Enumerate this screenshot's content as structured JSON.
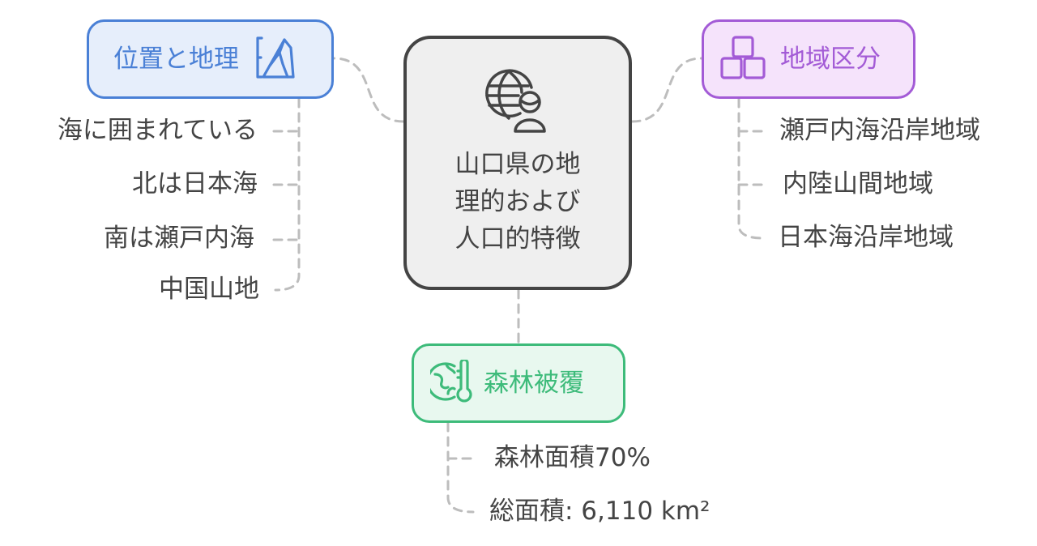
{
  "center": {
    "icon": "globe-person-icon",
    "title_lines": [
      "山口県の地",
      "理的および",
      "人口的特徴"
    ]
  },
  "branches": {
    "geography": {
      "label": "位置と地理",
      "icon": "cliff-mountain-icon",
      "color": "#4a80d6",
      "items": [
        "海に囲まれている",
        "北は日本海",
        "南は瀬戸内海",
        "中国山地"
      ]
    },
    "regions": {
      "label": "地域区分",
      "icon": "stacked-boxes-icon",
      "color": "#a35bd6",
      "items": [
        "瀬戸内海沿岸地域",
        "内陸山間地域",
        "日本海沿岸地域"
      ]
    },
    "forest": {
      "label": "森林被覆",
      "icon": "globe-thermometer-icon",
      "color": "#3dbb7a",
      "items": [
        "森林面積70%",
        "総面積: 6,110 km²"
      ]
    }
  },
  "colors": {
    "center_border": "#444444",
    "center_fill": "#efefef",
    "connector": "#bdbdbd",
    "text": "#444444"
  }
}
